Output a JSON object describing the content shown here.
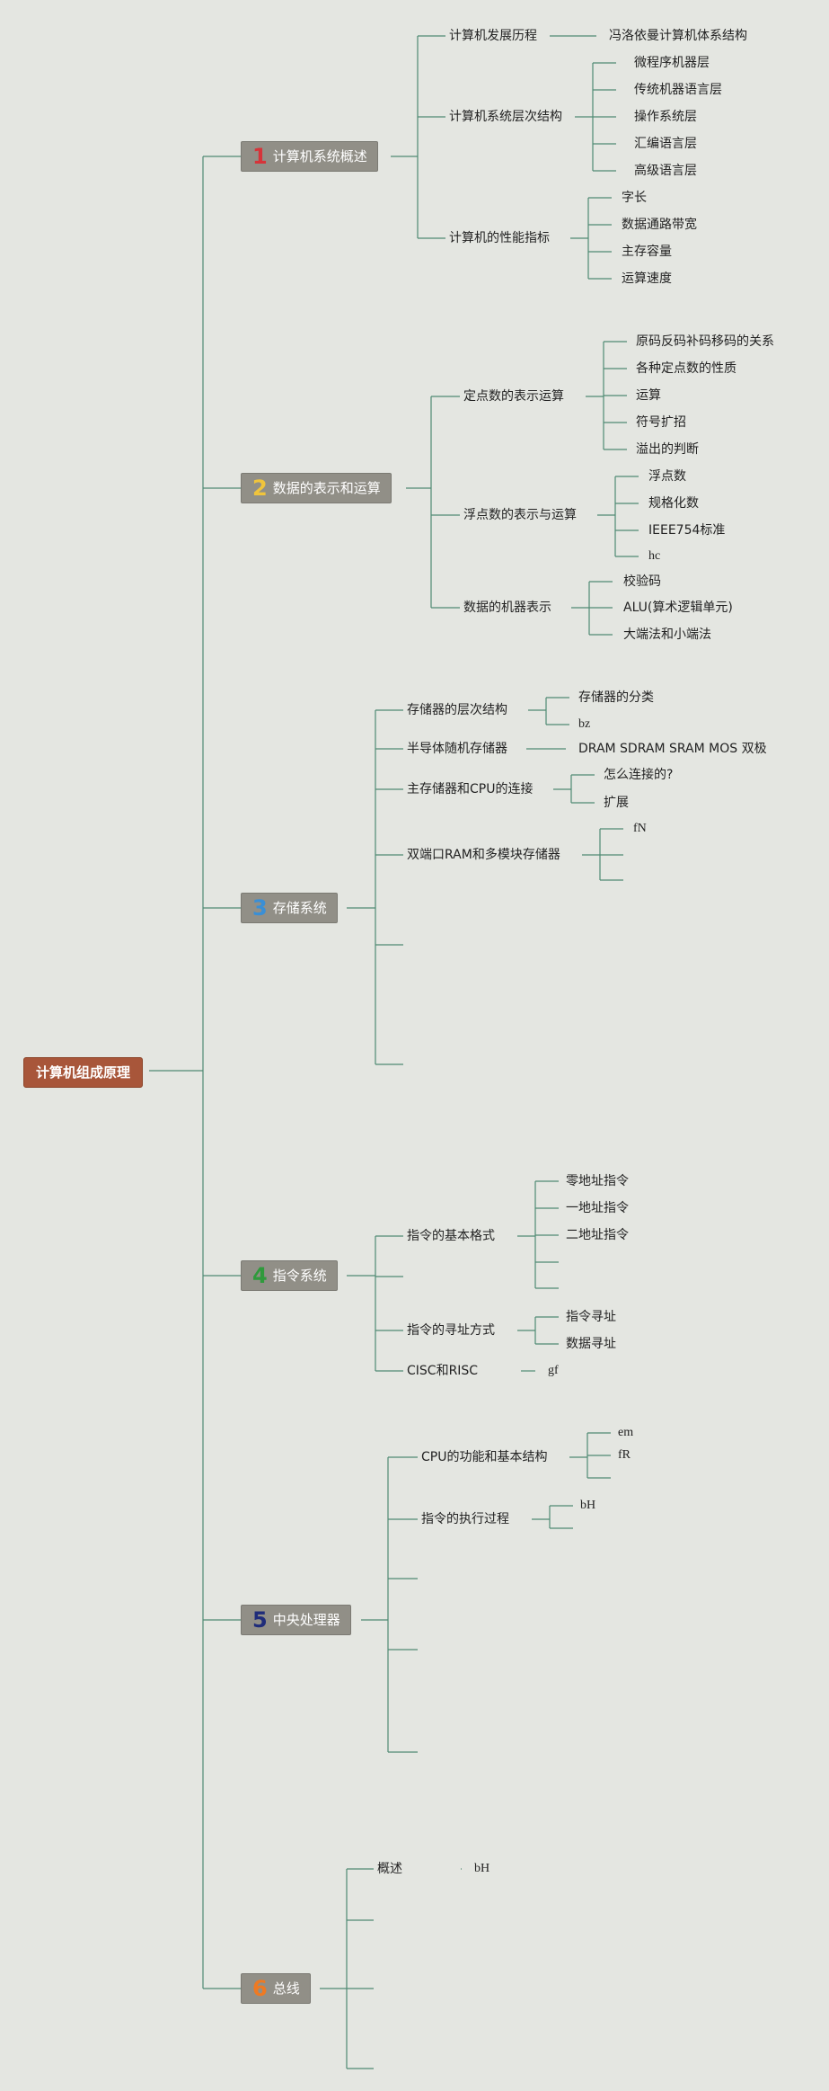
{
  "colors": {
    "line": "#4f8a73",
    "root_bg": "#a8563a",
    "chapter_bg": "#918f87",
    "background": "#e4e6e1"
  },
  "root": "计算机组成原理",
  "chapters": [
    {
      "num": "1",
      "num_color": "#d6343a",
      "label": "计算机系统概述",
      "topics": [
        {
          "label": "计算机发展历程",
          "children": [
            "冯洛依曼计算机体系结构"
          ]
        },
        {
          "label": "计算机系统层次结构",
          "children": [
            "微程序机器层",
            "传统机器语言层",
            "操作系统层",
            "汇编语言层",
            "高级语言层"
          ]
        },
        {
          "label": "计算机的性能指标",
          "children": [
            "字长",
            "数据通路带宽",
            "主存容量",
            "运算速度"
          ]
        }
      ]
    },
    {
      "num": "2",
      "num_color": "#f0c43c",
      "label": "数据的表示和运算",
      "topics": [
        {
          "label": "定点数的表示运算",
          "children": [
            "原码反码补码移码的关系",
            "各种定点数的性质",
            "运算",
            "符号扩招",
            "溢出的判断"
          ]
        },
        {
          "label": "浮点数的表示与运算",
          "children": [
            "浮点数",
            "规格化数",
            "IEEE754标准",
            "hc"
          ]
        },
        {
          "label": "数据的机器表示",
          "children": [
            "校验码",
            "ALU(算术逻辑单元)",
            "大端法和小端法"
          ]
        }
      ]
    },
    {
      "num": "3",
      "num_color": "#3a8fd6",
      "label": "存储系统",
      "topics": [
        {
          "label": "存储器的层次结构",
          "children": [
            "存储器的分类",
            "bz"
          ]
        },
        {
          "label": "半导体随机存储器",
          "children": [
            "DRAM SDRAM SRAM MOS 双极"
          ]
        },
        {
          "label": "主存储器和CPU的连接",
          "children": [
            "怎么连接的?",
            "扩展"
          ]
        },
        {
          "label": "双端口RAM和多模块存储器",
          "children": [
            "fN",
            "",
            ""
          ]
        },
        {
          "label": "",
          "children": []
        },
        {
          "label": "",
          "children": []
        }
      ]
    },
    {
      "num": "4",
      "num_color": "#2f9a3c",
      "label": "指令系统",
      "topics": [
        {
          "label": "指令的基本格式",
          "children": [
            "零地址指令",
            "一地址指令",
            "二地址指令",
            "",
            ""
          ]
        },
        {
          "label": "",
          "children": []
        },
        {
          "label": "指令的寻址方式",
          "children": [
            "指令寻址",
            "数据寻址"
          ]
        },
        {
          "label": "CISC和RISC",
          "children": [
            "gf"
          ]
        }
      ]
    },
    {
      "num": "5",
      "num_color": "#1f2c7a",
      "label": "中央处理器",
      "topics": [
        {
          "label": "CPU的功能和基本结构",
          "children": [
            "em",
            "fR",
            ""
          ]
        },
        {
          "label": "指令的执行过程",
          "children": [
            "bH",
            ""
          ]
        },
        {
          "label": "",
          "children": []
        },
        {
          "label": "",
          "children": []
        },
        {
          "label": "",
          "children": []
        }
      ]
    },
    {
      "num": "6",
      "num_color": "#ee7a23",
      "label": "总线",
      "topics": [
        {
          "label": "概述",
          "children": [
            "bH"
          ]
        },
        {
          "label": "",
          "children": []
        },
        {
          "label": "",
          "children": []
        },
        {
          "label": "",
          "children": []
        }
      ]
    }
  ]
}
